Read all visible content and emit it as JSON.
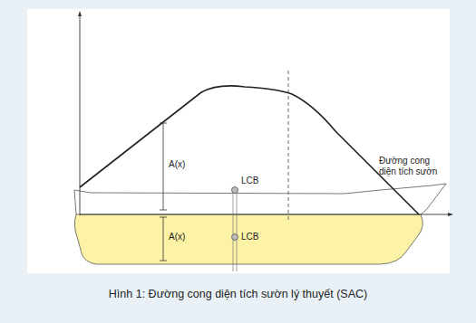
{
  "diagram": {
    "caption": "Hình 1: Đường cong diện tích sườn lý thuyết (SAC)",
    "labels": [
      "Đường cong diện tích sườn",
      "A(x)",
      "LCB",
      "A(x)",
      "LCB"
    ]
  }
}
